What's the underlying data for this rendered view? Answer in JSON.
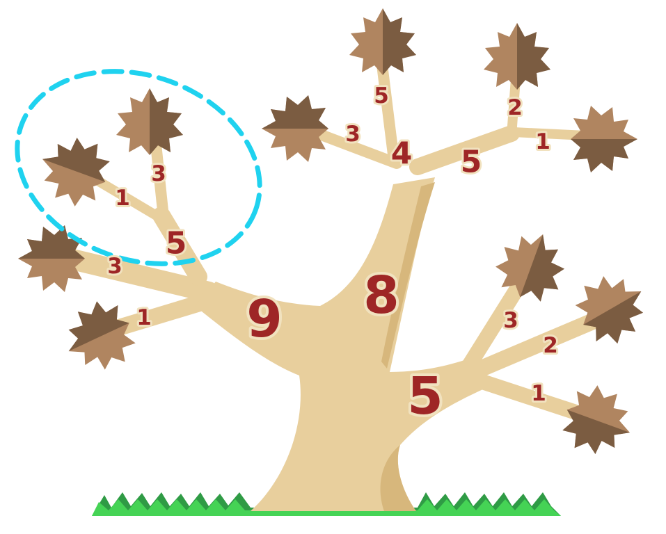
{
  "colors": {
    "trunk": "#e8cf9d",
    "trunk_shadow": "#d7b77c",
    "leaf_light": "#b08560",
    "leaf_dark": "#7b5c41",
    "grass_light": "#45d355",
    "grass_dark": "#2f9b45",
    "number": "#9e2626",
    "highlight_dash": "#1fd2ef"
  },
  "icons": {
    "leaf": "maple-leaf-icon",
    "grass": "grass-strip"
  },
  "numbers": {
    "trunk_left": "9",
    "trunk_center": "8",
    "trunk_right": "5",
    "top_fork": "4",
    "top_right_fork": "5",
    "top_right_leaf_right": "1",
    "top_right_leaf_up": "2",
    "top_leaf_up": "5",
    "top_leaf_left": "3",
    "circled_fork": "5",
    "circled_leaf_left": "1",
    "circled_leaf_up": "3",
    "left_leaf_upper": "3",
    "left_leaf_lower": "1",
    "right_leaf_upper": "3",
    "right_leaf_middle": "2",
    "right_leaf_lower": "1"
  }
}
